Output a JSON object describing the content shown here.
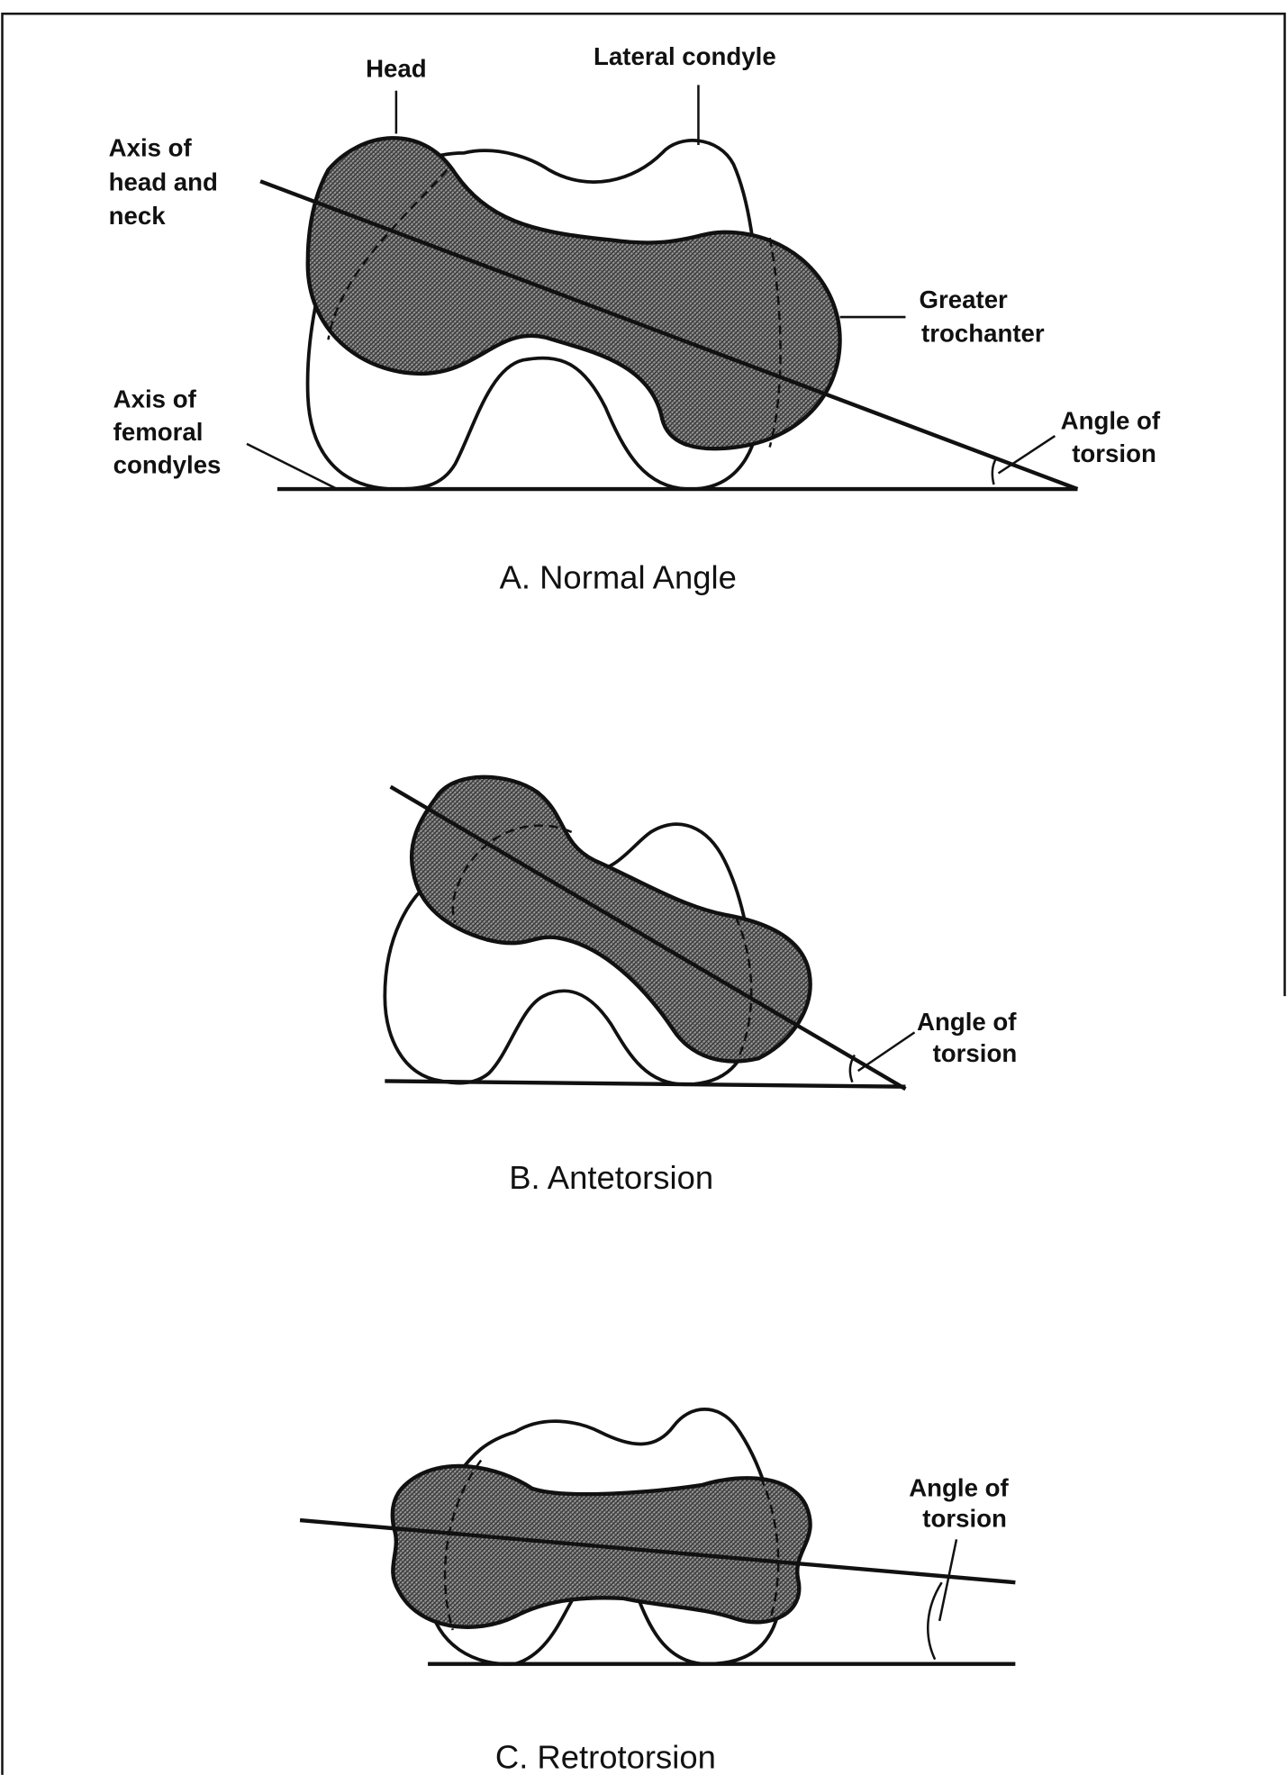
{
  "figure": {
    "panels": [
      {
        "title": "A. Normal Angle",
        "labels": {
          "head": "Head",
          "lateral_condyle": "Lateral condyle",
          "axis_head_neck": [
            "Axis of",
            "head and",
            "neck"
          ],
          "greater_trochanter": [
            "Greater",
            "trochanter"
          ],
          "axis_condyles": [
            "Axis of",
            "femoral",
            "condyles"
          ],
          "angle": [
            "Angle of",
            "torsion"
          ]
        }
      },
      {
        "title": "B. Antetorsion",
        "labels": {
          "angle": [
            "Angle of",
            "torsion"
          ]
        }
      },
      {
        "title": "C. Retrotorsion",
        "labels": {
          "angle": [
            "Angle of",
            "torsion"
          ]
        }
      }
    ],
    "colors": {
      "ink": "#111111",
      "shading": "#777777"
    }
  }
}
